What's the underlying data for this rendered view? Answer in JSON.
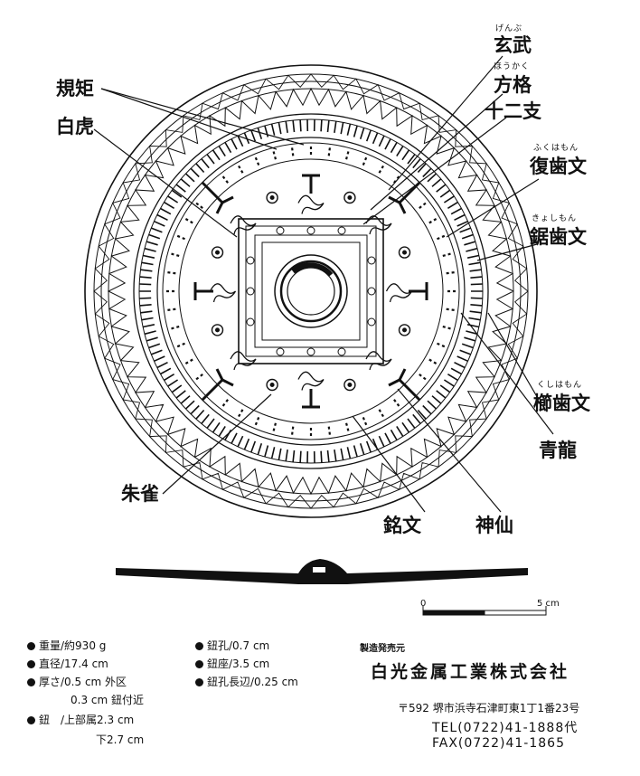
{
  "labels": {
    "kiku": "規矩",
    "byakko": "白虎",
    "genbu": "玄武",
    "genbu_ruby": "げんぶ",
    "houkaku": "方格",
    "houkaku_ruby": "ほうかく",
    "juunishi": "十二支",
    "fukushimon": "復歯文",
    "fukushimon_ruby": "ふくはもん",
    "kyoshimon": "鋸歯文",
    "kyoshimon_ruby": "きょしもん",
    "kushimon": "櫛歯文",
    "kushimon_ruby": "くしはもん",
    "seiryu": "青龍",
    "suzaku": "朱雀",
    "meibun": "銘文",
    "shinsen": "神仙"
  },
  "scale": {
    "zero": "0",
    "five": "5 cm"
  },
  "specs": {
    "weight": "重量/約930 g",
    "diameter": "直径/17.4 cm",
    "thickness": "厚さ/0.5 cm 外区",
    "thickness2": "0.3 cm 鈕付近",
    "knob": "鈕　/上部属2.3 cm",
    "knob2": "下2.7 cm",
    "hole": "鈕孔/0.7 cm",
    "seat": "鈕座/3.5 cm",
    "hole_long": "鈕孔長辺/0.25 cm"
  },
  "maker": {
    "role": "製造発売元",
    "name": "白光金属工業株式会社",
    "address": "〒592 堺市浜寺石津町東1丁1番23号",
    "tel": "TEL(0722)41-1888代",
    "fax": "FAX(0722)41-1865"
  }
}
